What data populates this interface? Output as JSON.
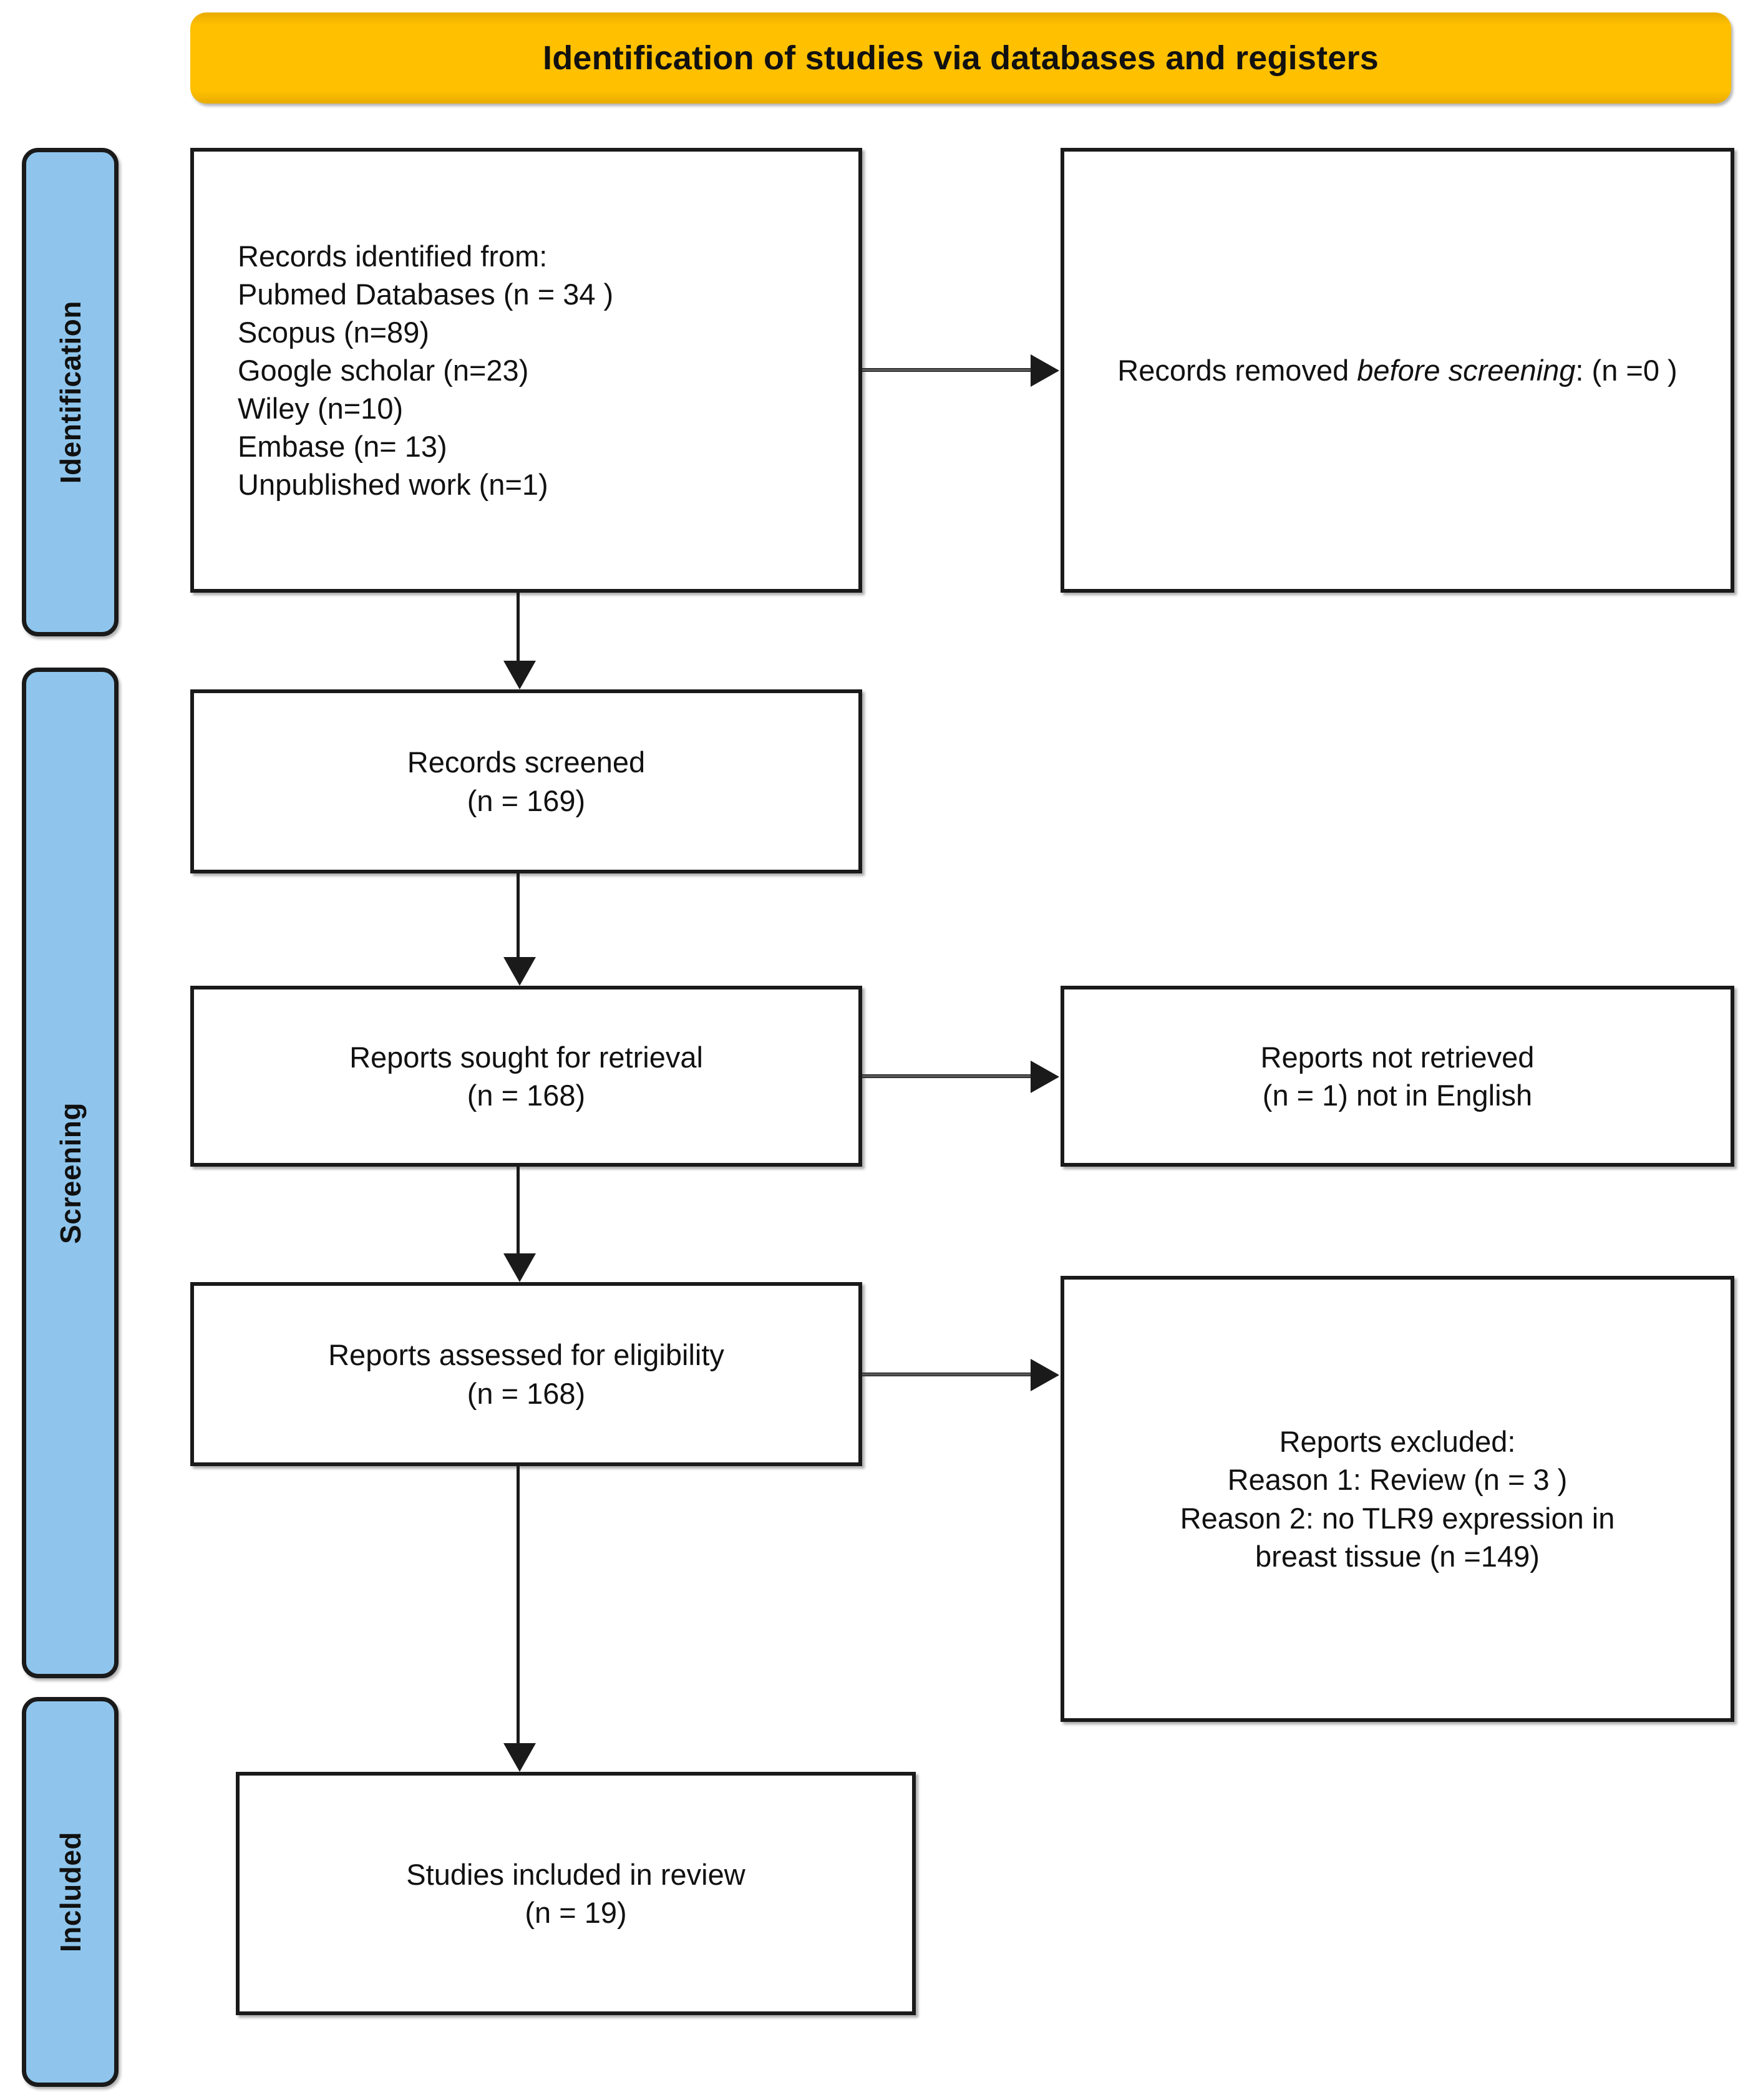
{
  "banner": {
    "title": "Identification of studies via databases and registers",
    "color": "#FFC000"
  },
  "stages": {
    "identification": "Identification",
    "screening": "Screening",
    "included": "Included",
    "color": "#8FC5EC"
  },
  "boxes": {
    "identified": {
      "lines": [
        "Records identified from:",
        "Pubmed Databases (n = 34 )",
        "Scopus (n=89)",
        "Google scholar (n=23)",
        "Wiley (n=10)",
        "Embase (n= 13)",
        "Unpublished work (n=1)"
      ]
    },
    "removed": {
      "line1": "Records removed ",
      "italic": "before screening",
      "line2": ": (n =0 )"
    },
    "screened": {
      "line1": "Records screened",
      "line2": "(n = 169)"
    },
    "sought": {
      "line1": "Reports sought for retrieval",
      "line2": "(n = 168)"
    },
    "not_retrieved": {
      "line1": "Reports not retrieved",
      "line2": "(n = 1) not in English"
    },
    "assessed": {
      "line1": "Reports assessed for eligibility",
      "line2": "(n = 168)"
    },
    "excluded": {
      "line1": "Reports excluded:",
      "line2": "Reason 1: Review (n = 3 )",
      "line3": "Reason 2: no TLR9 expression in",
      "line4": "breast  tissue  (n =149)"
    },
    "included": {
      "line1": "Studies included in review",
      "line2": "(n = 19)"
    }
  }
}
